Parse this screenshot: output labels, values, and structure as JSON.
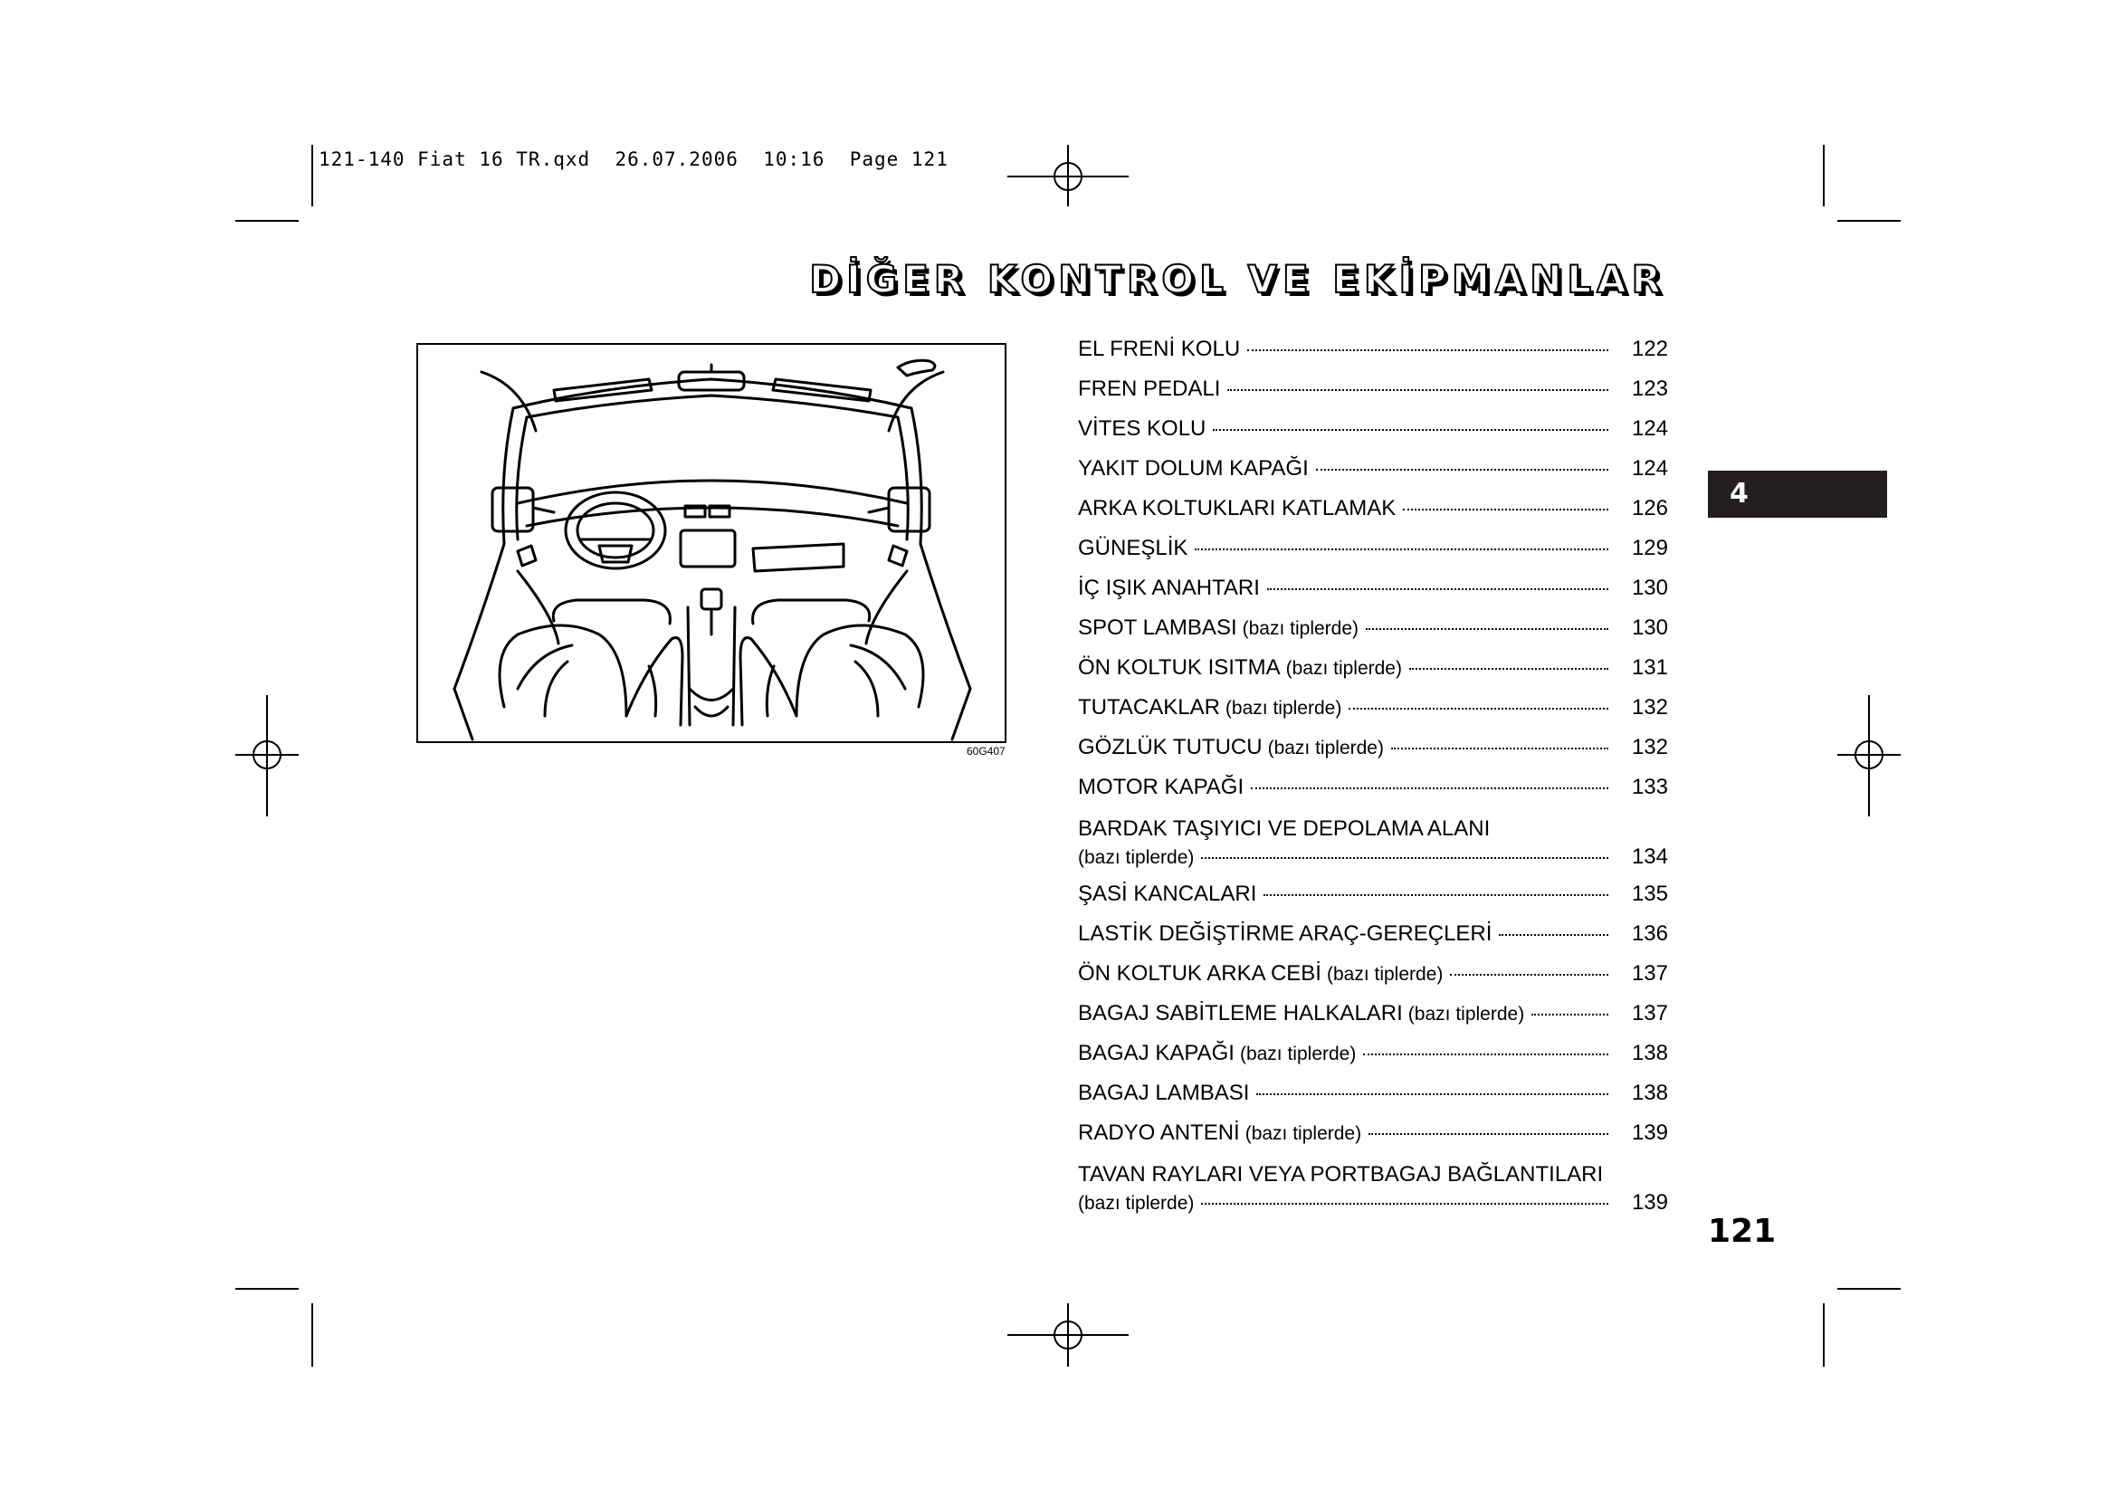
{
  "slug": {
    "file": "121-140 Fiat 16 TR.qxd",
    "date": "26.07.2006",
    "time": "10:16",
    "page": "Page 121"
  },
  "title": "DİĞER KONTROL VE EKİPMANLAR",
  "figure": {
    "code": "60G407",
    "illustration": "car-interior-line-drawing"
  },
  "toc": [
    {
      "label": "EL FRENİ KOLU",
      "note": "",
      "page": "122"
    },
    {
      "label": "FREN PEDALI",
      "note": "",
      "page": "123"
    },
    {
      "label": "VİTES KOLU",
      "note": "",
      "page": "124"
    },
    {
      "label": "YAKIT DOLUM KAPAĞI",
      "note": "",
      "page": "124"
    },
    {
      "label": "ARKA KOLTUKLARI KATLAMAK",
      "note": "",
      "page": "126"
    },
    {
      "label": "GÜNEŞLİK",
      "note": "",
      "page": "129"
    },
    {
      "label": "İÇ IŞIK ANAHTARI",
      "note": "",
      "page": "130"
    },
    {
      "label": "SPOT LAMBASI",
      "note": "(bazı tiplerde)",
      "page": "130"
    },
    {
      "label": "ÖN KOLTUK ISITMA",
      "note": "(bazı tiplerde)",
      "page": "131"
    },
    {
      "label": "TUTACAKLAR",
      "note": "(bazı tiplerde)",
      "page": "132"
    },
    {
      "label": "GÖZLÜK TUTUCU",
      "note": "(bazı tiplerde)",
      "page": "132"
    },
    {
      "label": "MOTOR KAPAĞI",
      "note": "",
      "page": "133"
    },
    {
      "label": "BARDAK TAŞIYICI VE DEPOLAMA ALANI",
      "note": "(bazı tiplerde)",
      "page": "134"
    },
    {
      "label": "ŞASİ KANCALARI",
      "note": "",
      "page": "135"
    },
    {
      "label": "LASTİK DEĞİŞTİRME ARAÇ-GEREÇLERİ",
      "note": "",
      "page": "136"
    },
    {
      "label": "ÖN KOLTUK ARKA CEBİ",
      "note": "(bazı tiplerde)",
      "page": "137"
    },
    {
      "label": "BAGAJ SABİTLEME HALKALARI",
      "note": "(bazı tiplerde)",
      "page": "137"
    },
    {
      "label": "BAGAJ KAPAĞI",
      "note": "(bazı tiplerde)",
      "page": "138"
    },
    {
      "label": "BAGAJ LAMBASI",
      "note": "",
      "page": "138"
    },
    {
      "label": "RADYO ANTENİ",
      "note": "(bazı tiplerde)",
      "page": "139"
    },
    {
      "label": "TAVAN RAYLARI VEYA PORTBAGAJ BAĞLANTILARI",
      "note": "(bazı tiplerde)",
      "page": "139"
    }
  ],
  "chapter_tab": "4",
  "page_number": "121"
}
